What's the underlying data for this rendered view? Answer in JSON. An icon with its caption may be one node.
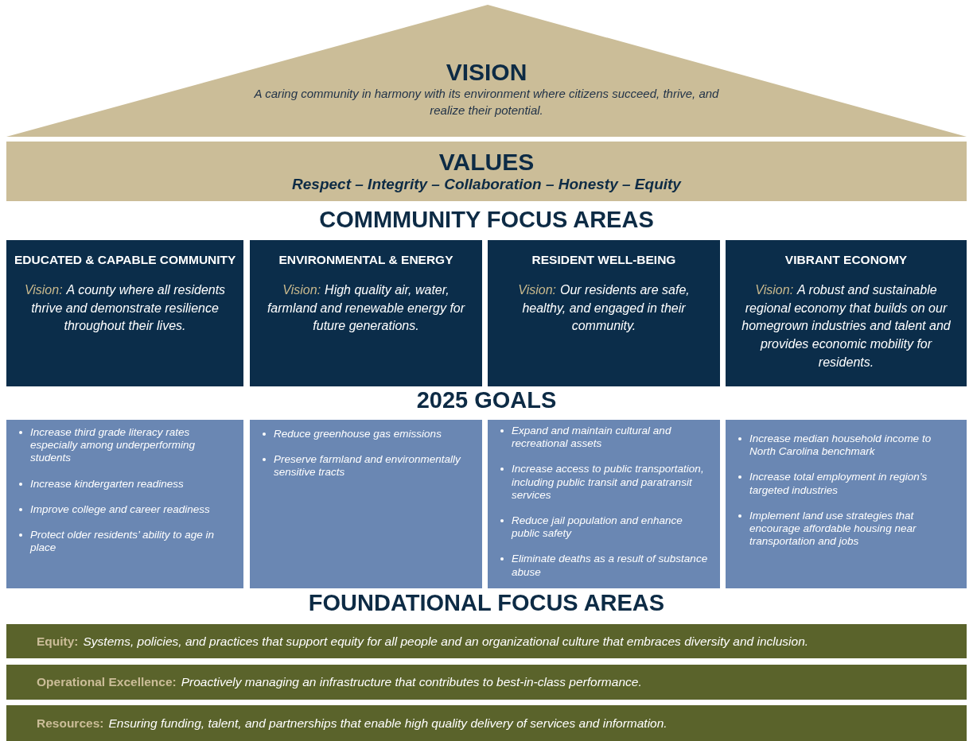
{
  "diagram": {
    "nodes": [
      {
        "text": [
          "VISION",
          "A caring community in harmony with its environment where citizens succeed, thrive, and realize their potential."
        ]
      },
      {
        "text": [
          "VALUES",
          "Respect – Integrity – Collaboration – Honesty – Equity"
        ]
      },
      {
        "text": [
          "EDUCATED & CAPABLE COMMUNITY",
          "Vision:",
          "A county where all residents thrive and demonstrate resilience throughout their lives."
        ]
      },
      {
        "text": [
          "ENVIRONMENTAL & ENERGY",
          "Vision:",
          "High quality air, water, farmland and renewable energy for future generations."
        ]
      },
      {
        "text": [
          "RESIDENT WELL-BEING",
          "Vision:",
          "Our residents are safe, healthy, and engaged in their community."
        ]
      },
      {
        "text": [
          "VIBRANT ECONOMY",
          "Vision:",
          "A robust and sustainable regional economy that builds on our homegrown industries and talent and provides economic mobility for residents."
        ]
      },
      {
        "text": [
          "Increase third grade literacy rates especially among underperforming students",
          "Increase kindergarten readiness",
          "Improve college and career readiness",
          "Protect older residents’ ability to age in place"
        ]
      },
      {
        "text": [
          "Reduce greenhouse gas emissions",
          "Preserve farmland and environmentally sensitive tracts"
        ]
      },
      {
        "text": [
          "Expand and maintain cultural and recreational assets",
          "Increase access to public transportation, including public transit and paratransit services",
          "Reduce jail population and enhance public safety",
          "Eliminate deaths as a result of substance abuse"
        ]
      },
      {
        "text": [
          "Increase median household income to North Carolina benchmark",
          "Increase  total employment in region’s targeted industries",
          "Implement land use strategies that encourage affordable housing near transportation and jobs"
        ]
      },
      {
        "text": [
          "Equity:",
          "Systems, policies, and practices that support equity for all people and an organizational culture that embraces diversity and inclusion."
        ]
      },
      {
        "text": [
          "Operational Excellence:",
          "Proactively managing an infrastructure that contributes to best-in-class performance."
        ]
      },
      {
        "text": [
          "Resources:",
          "Ensuring funding, talent, and partnerships that enable high quality delivery of services and information."
        ]
      }
    ],
    "labels": [
      "COMMMUNITY FOCUS AREAS",
      "2025 GOALS",
      "FOUNDATIONAL FOCUS AREAS"
    ]
  }
}
